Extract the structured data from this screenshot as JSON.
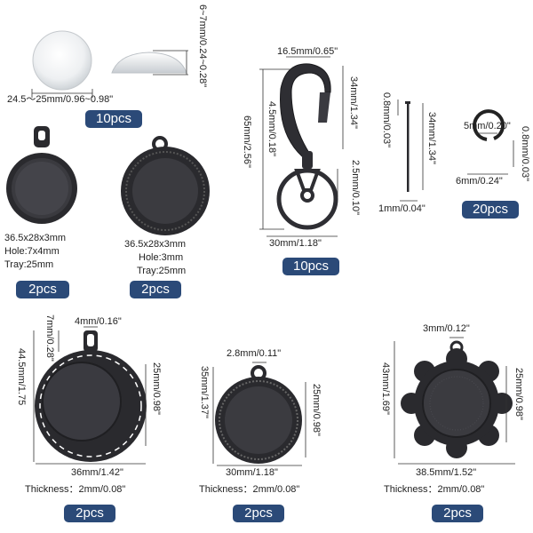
{
  "glass_cabochon": {
    "diameter": "24.5～25mm/0.96~0.98\"",
    "height": "6~7mm/0.24~0.28\"",
    "qty": "10pcs"
  },
  "pendant_small_bail": {
    "spec1": "36.5x28x3mm",
    "spec2": "Hole:7x4mm",
    "spec3": "Tray:25mm",
    "qty": "2pcs"
  },
  "pendant_lace": {
    "spec1": "36.5x28x3mm",
    "spec2": "Hole:3mm",
    "spec3": "Tray:25mm",
    "qty": "2pcs"
  },
  "keychain": {
    "clasp_width": "16.5mm/0.65\"",
    "clasp_length": "34mm/1.34\"",
    "clasp_hole": "4.5mm/0.18\"",
    "total_length": "65mm/2.56\"",
    "ring_thickness": "2.5mm/0.10\"",
    "ring_diameter": "30mm/1.18\"",
    "qty": "10pcs"
  },
  "eye_pin": {
    "head": "0.8mm/0.03\"",
    "length": "34mm/1.34\"",
    "wire": "1mm/0.04\"",
    "qty": "20pcs"
  },
  "jump_ring": {
    "inner": "5mm/0.20\"",
    "outer": "6mm/0.24\"",
    "thickness": "0.8mm/0.03\"",
    "qty": "20pcs"
  },
  "pendant_stars": {
    "bail_width": "4mm/0.16\"",
    "bail_height": "7mm/0.28\"",
    "total_height": "44.5mm/1.75",
    "tray": "25mm/0.98\"",
    "width": "36mm/1.42\"",
    "thickness": "Thickness：2mm/0.08\"",
    "qty": "2pcs"
  },
  "pendant_round": {
    "hole": "2.8mm/0.11\"",
    "total_height": "35mm/1.37\"",
    "tray": "25mm/0.98\"",
    "width": "30mm/1.18\"",
    "thickness": "Thickness：2mm/0.08\"",
    "qty": "2pcs"
  },
  "pendant_filigree": {
    "hole": "3mm/0.12\"",
    "total_height": "43mm/1.69\"",
    "tray": "25mm/0.98\"",
    "width": "38.5mm/1.52\"",
    "thickness": "Thickness：2mm/0.08\"",
    "qty": "2pcs"
  },
  "colors": {
    "metal": "#2a2a2e",
    "badge": "#2b4a78"
  }
}
